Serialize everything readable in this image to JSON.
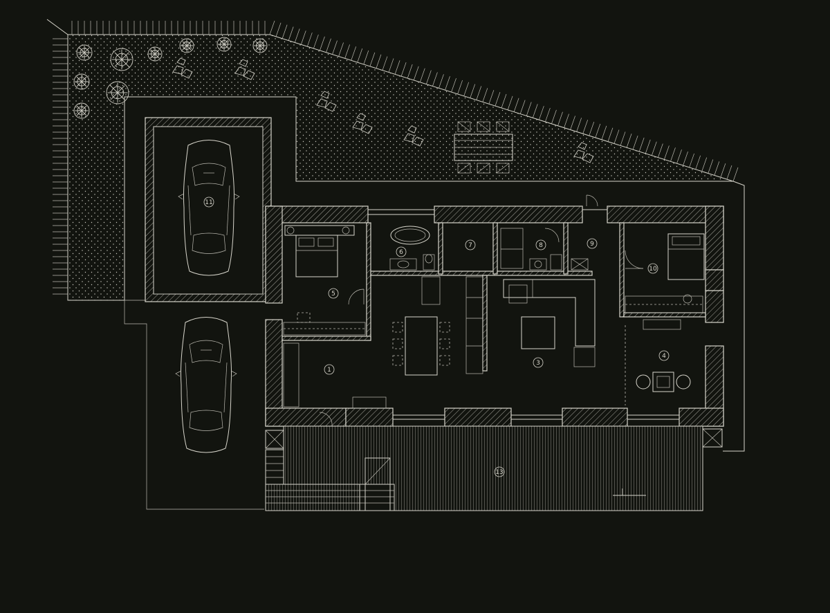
{
  "plan": {
    "room_labels": [
      "1",
      "3",
      "4",
      "5",
      "6",
      "7",
      "8",
      "9",
      "10",
      "11",
      "13"
    ]
  }
}
